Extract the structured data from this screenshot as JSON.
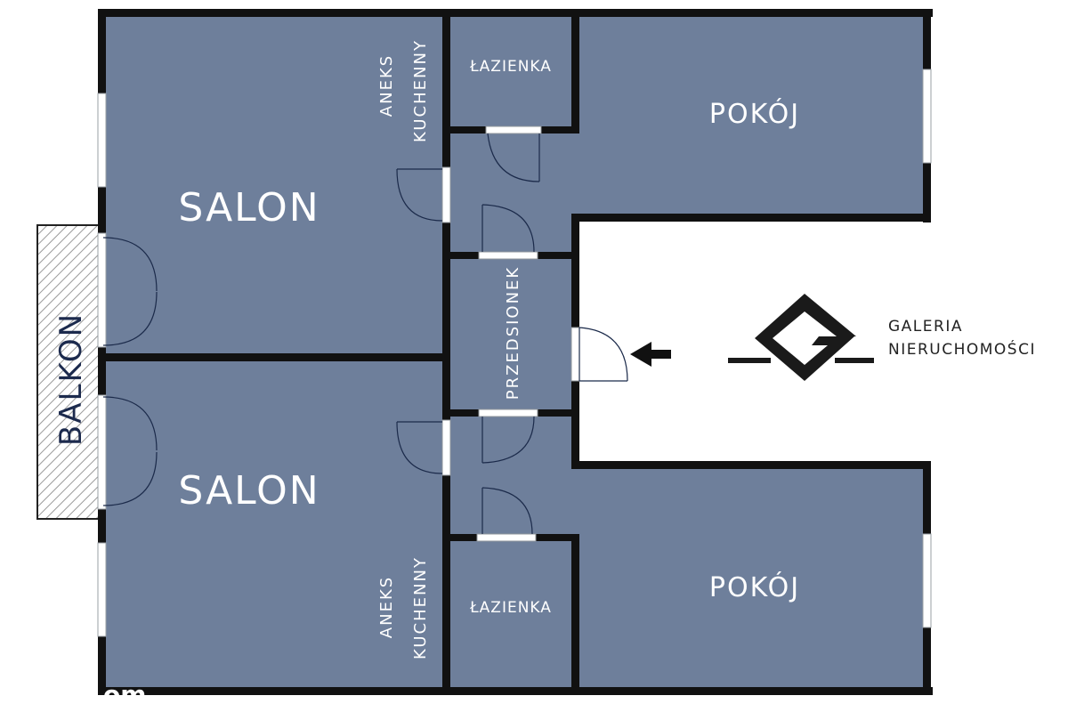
{
  "rooms": {
    "salon_top": "SALON",
    "salon_bottom": "SALON",
    "aneks_top_line1": "ANEKS",
    "aneks_top_line2": "KUCHENNY",
    "aneks_bottom_line1": "ANEKS",
    "aneks_bottom_line2": "KUCHENNY",
    "lazienka_top": "ŁAZIENKA",
    "lazienka_bottom": "ŁAZIENKA",
    "pokoj_top": "POKÓJ",
    "pokoj_bottom": "POKÓJ",
    "przedsionek": "PRZEDSIONEK",
    "balkon": "BALKON"
  },
  "brand": {
    "line1": "GALERIA",
    "line2": "NIERUCHOMOŚCI",
    "logo_letter": "G"
  },
  "watermark": "om",
  "colors": {
    "room_fill": "#6e7f9b",
    "wall": "#111111",
    "balkon_text": "#1c2a4d"
  }
}
